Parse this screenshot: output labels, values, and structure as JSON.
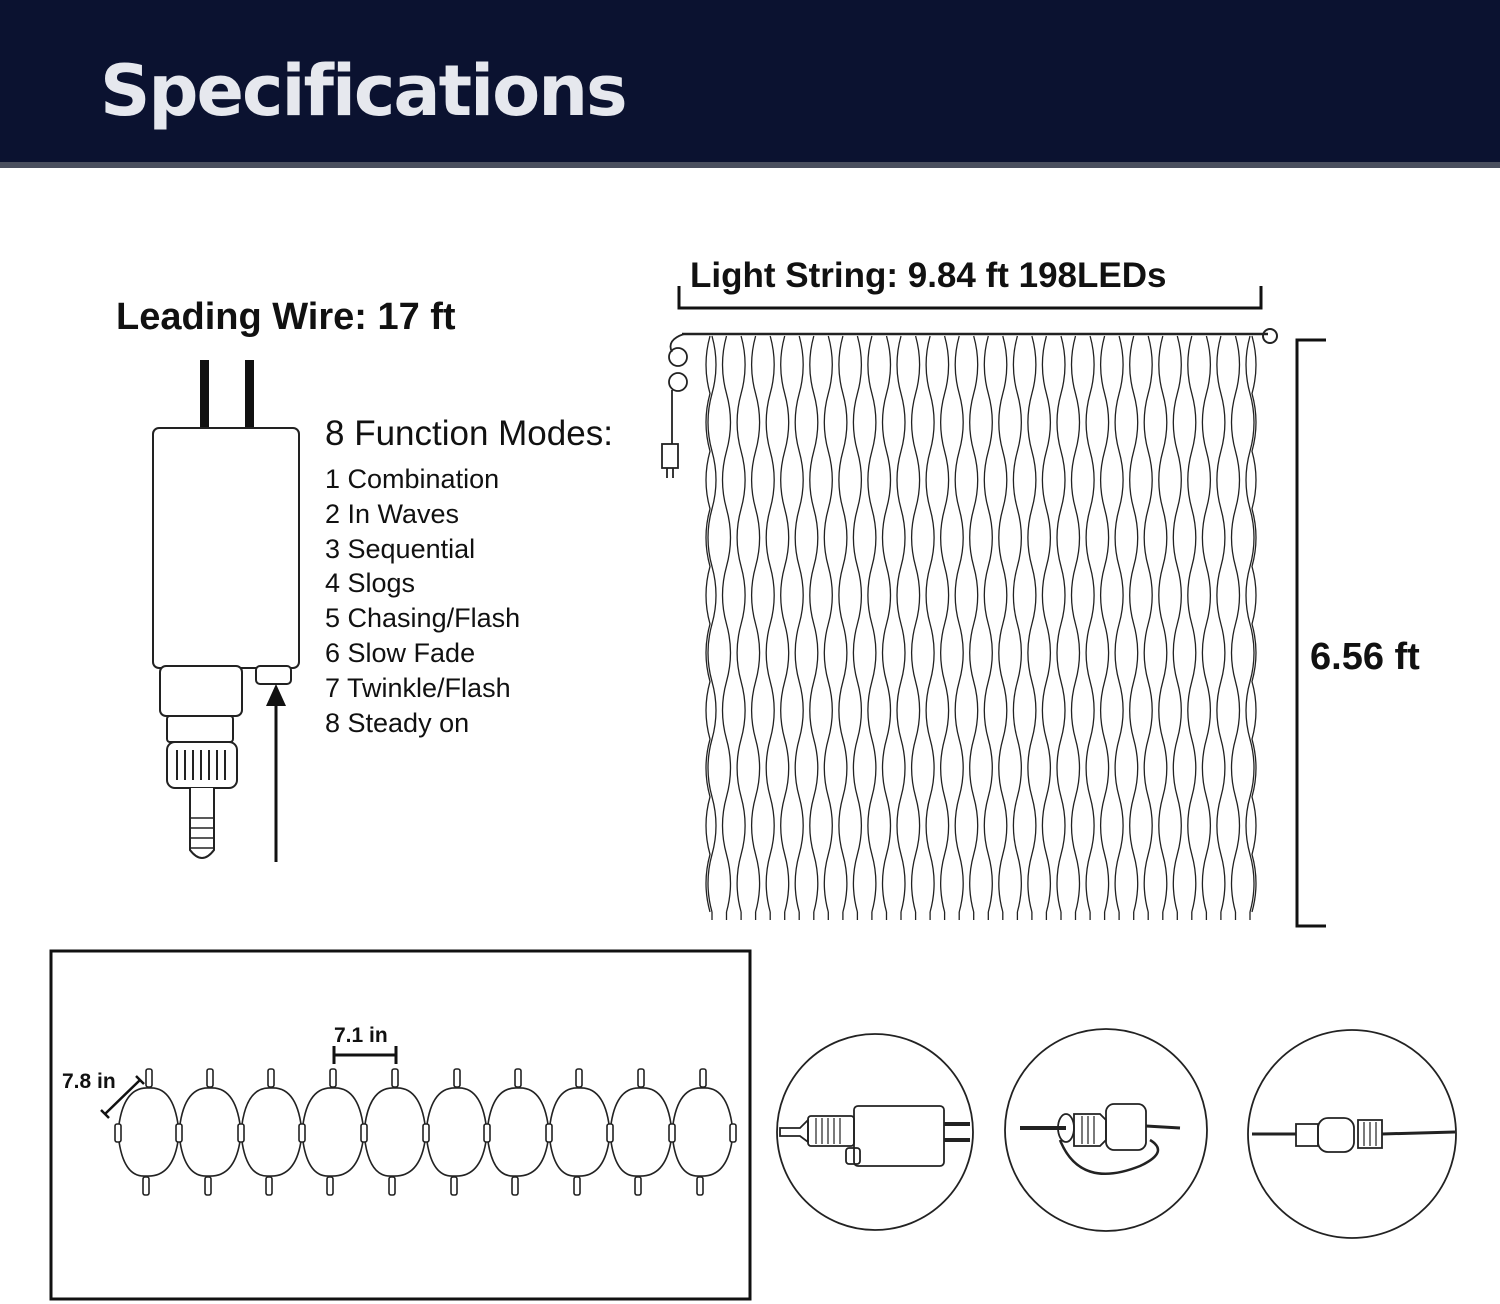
{
  "header": {
    "title": "Specifications"
  },
  "controller": {
    "leading_wire_label": "Leading Wire: 17 ft",
    "modes_title": "8 Function Modes:",
    "modes": [
      "1 Combination",
      "2 In Waves",
      "3 Sequential",
      "4 Slogs",
      "5 Chasing/Flash",
      "6 Slow Fade",
      "7 Twinkle/Flash",
      "8 Steady on"
    ]
  },
  "net": {
    "light_string_label": "Light String: 9.84 ft  198LEDs",
    "height_label": "6.56 ft"
  },
  "detail": {
    "spacing_label": "7.1 in",
    "drop_label": "7.8 in"
  },
  "colors": {
    "header_bg": "#0b1230",
    "header_text": "#e6e8ee",
    "line": "#222222"
  },
  "icons": [
    "plug-adapter-icon",
    "arrow-up-icon",
    "connector-icon",
    "end-cap-icon"
  ]
}
